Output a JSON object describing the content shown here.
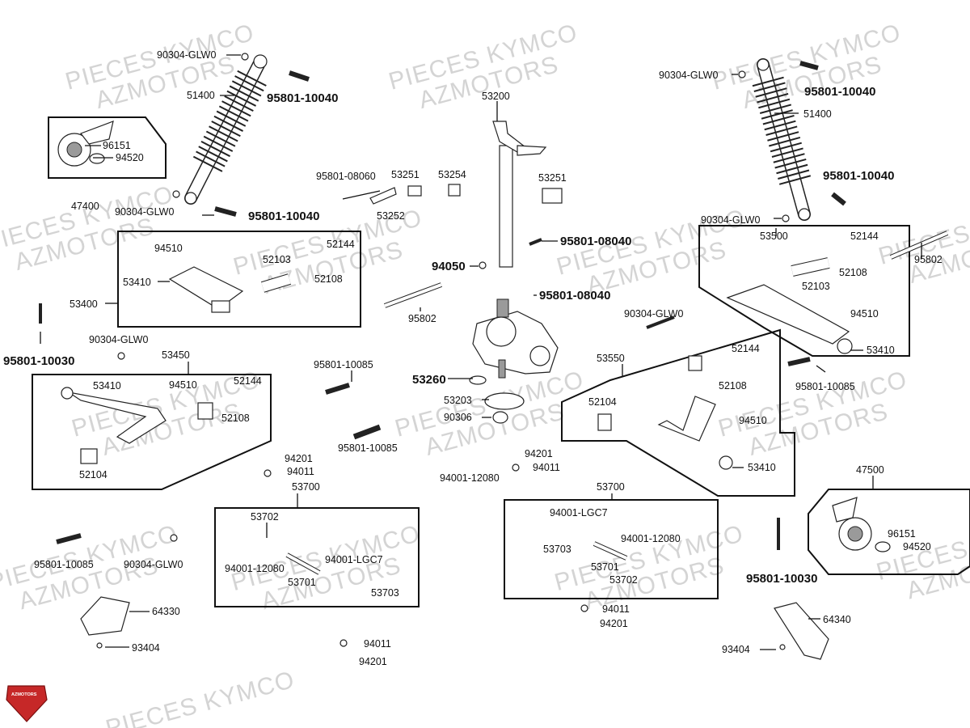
{
  "watermark": {
    "line1": "PIECES KYMCO",
    "line2": "AZMOTORS"
  },
  "logo": {
    "text": "AZMOTORS"
  },
  "labels": {
    "l1": "90304-GLW0",
    "l2": "95801-10040",
    "l3": "51400",
    "l4": "96151",
    "l5": "94520",
    "l6": "47400",
    "l7": "90304-GLW0",
    "l8": "95801-10040",
    "l9": "95801-08060",
    "l10": "53251",
    "l11": "53254",
    "l12": "53252",
    "l13": "53200",
    "l14": "53251",
    "l15": "95801-08040",
    "l16": "94050",
    "l17": "90304-GLW0",
    "l18": "95801-10040",
    "l19": "51400",
    "l20": "95801-10040",
    "l21": "90304-GLW0",
    "l22": "53500",
    "l23": "95802",
    "l24": "94510",
    "l25": "52144",
    "l26": "52103",
    "l27": "52108",
    "l28": "53410",
    "l29": "53400",
    "l30": "95802",
    "l31": "95801-08040",
    "l32": "52144",
    "l33": "52103",
    "l34": "52108",
    "l35": "94510",
    "l36": "53410",
    "l37": "90304-GLW0",
    "l38": "95801-10030",
    "l39": "90304-GLW0",
    "l40": "53450",
    "l41": "53410",
    "l42": "94510",
    "l43": "52144",
    "l44": "52108",
    "l45": "52104",
    "l46": "95801-10085",
    "l47": "53260",
    "l48": "53203",
    "l49": "90306",
    "l50": "95801-10085",
    "l51": "53550",
    "l52": "52144",
    "l53": "52108",
    "l54": "95801-10085",
    "l55": "52104",
    "l56": "94510",
    "l57": "53410",
    "l58": "94201",
    "l59": "94011",
    "l60": "94201",
    "l61": "94011",
    "l62": "94001-12080",
    "l63": "53700",
    "l64": "53700",
    "l65": "53702",
    "l66": "95801-10085",
    "l67": "90304-GLW0",
    "l68": "94001-12080",
    "l69": "94001-LGC7",
    "l70": "53701",
    "l71": "53703",
    "l72": "94001-LGC7",
    "l73": "53703",
    "l74": "94001-12080",
    "l75": "53701",
    "l76": "53702",
    "l77": "47500",
    "l78": "96151",
    "l79": "94520",
    "l80": "95801-10030",
    "l81": "64330",
    "l82": "93404",
    "l83": "94011",
    "l84": "94201",
    "l85": "94011",
    "l86": "94201",
    "l87": "64340",
    "l88": "93404"
  }
}
